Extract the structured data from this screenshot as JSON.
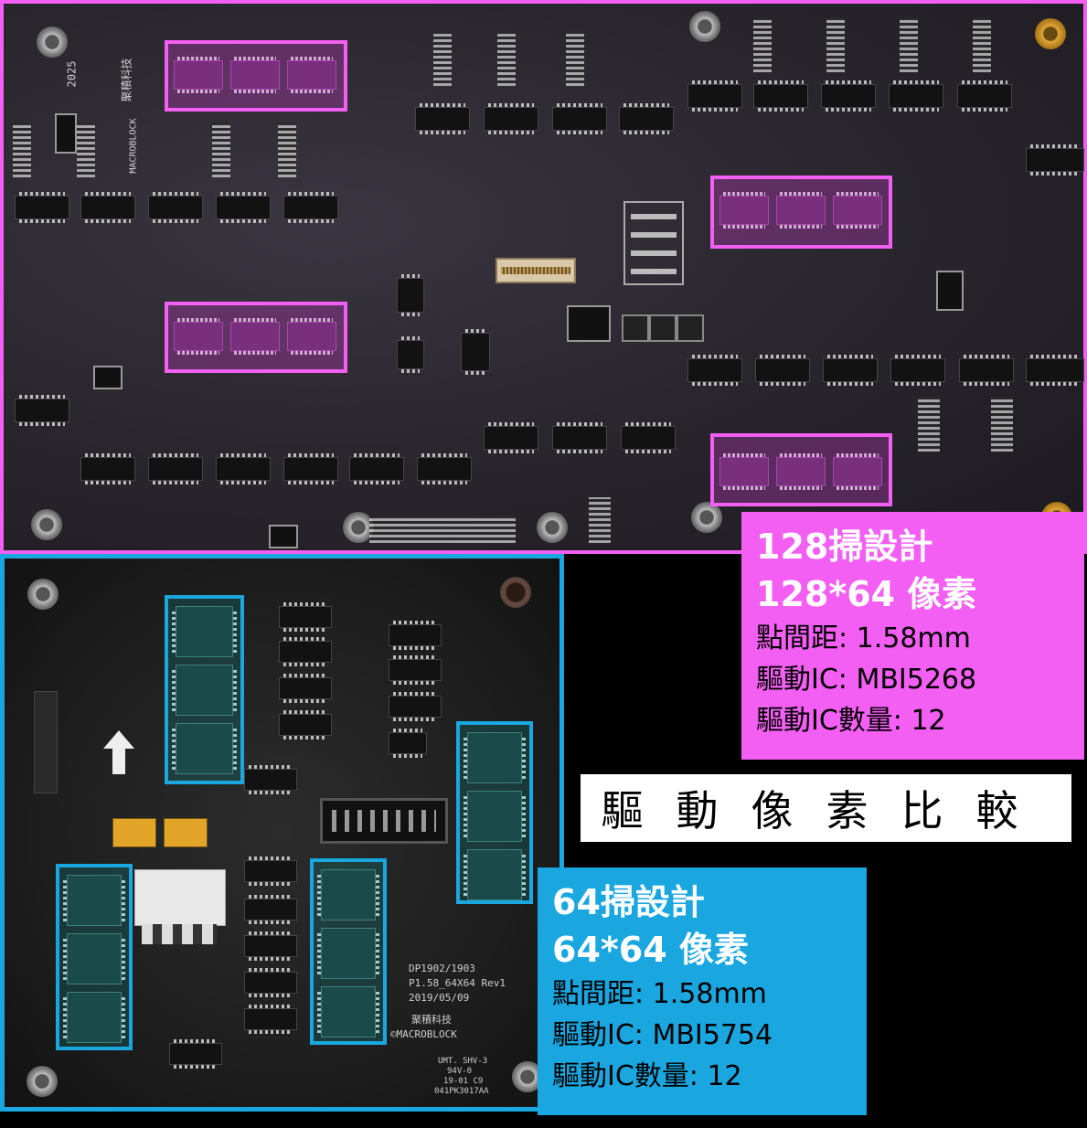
{
  "top_board": {
    "design": "128掃設計",
    "pixels": "128*64 像素",
    "pitch": "點間距: 1.58mm",
    "driver_ic": "驅動IC: MBI5268",
    "driver_ic_count": "驅動IC數量: 12",
    "silkscreen_brand": "聚積科技",
    "silkscreen_company": "MACROBLOCK",
    "silkscreen_year": "2025",
    "highlight_color": "#f25ff2"
  },
  "bottom_board": {
    "design": "64掃設計",
    "pixels": "64*64 像素",
    "pitch": "點間距: 1.58mm",
    "driver_ic": "驅動IC: MBI5754",
    "driver_ic_count": "驅動IC數量: 12",
    "silkscreen_model": "DP1902/1903",
    "silkscreen_rev": "P1.58_64X64 Rev1",
    "silkscreen_date": "2019/05/09",
    "silkscreen_brand": "聚積科技",
    "silkscreen_company": "©MACROBLOCK",
    "silkscreen_code": "UMT. SHV-3",
    "silkscreen_grade": "94V-0",
    "silkscreen_week": "19-01 C9",
    "silkscreen_lot": "041PK3017AA",
    "highlight_color": "#1aa7e0"
  },
  "compare_title": "驅動像素比較",
  "icons": {
    "arrow": "up-arrow-icon",
    "screw": "screw-icon"
  }
}
